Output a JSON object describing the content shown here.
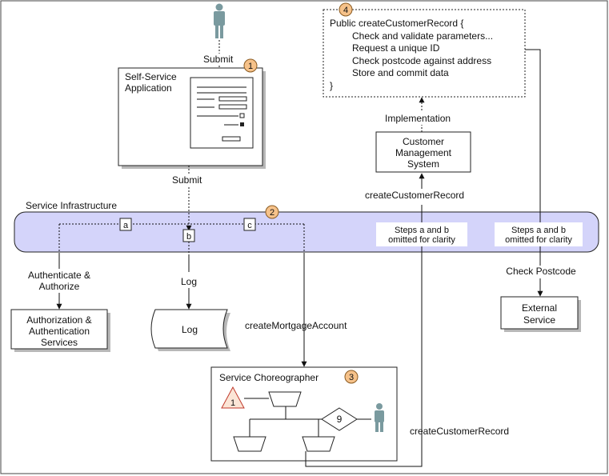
{
  "badges": {
    "b1": "1",
    "b2": "2",
    "b3": "3",
    "b4": "4"
  },
  "labels": {
    "submit_top": "Submit",
    "submit_mid": "Submit",
    "self_service_line1": "Self-Service",
    "self_service_line2": "Application",
    "service_infrastructure": "Service Infrastructure",
    "auth_label_line1": "Authenticate &",
    "auth_label_line2": "Authorize",
    "auth_box_line1": "Authorization &",
    "auth_box_line2": "Authentication",
    "auth_box_line3": "Services",
    "log_label": "Log",
    "log_box": "Log",
    "create_mortgage": "createMortgageAccount",
    "service_choreographer": "Service Choreographer",
    "triangle_num": "1",
    "diamond_num": "9",
    "create_customer_top": "createCustomerRecord",
    "create_customer_bottom": "createCustomerRecord",
    "cms_line1": "Customer",
    "cms_line2": "Management",
    "cms_line3": "System",
    "implementation": "Implementation",
    "steps1_line1": "Steps a and b",
    "steps1_line2": "omitted for clarity",
    "steps2_line1": "Steps a and b",
    "steps2_line2": "omitted for clarity",
    "check_postcode": "Check Postcode",
    "external_line1": "External",
    "external_line2": "Service",
    "tag_a": "a",
    "tag_b": "b",
    "tag_c": "c"
  },
  "code": {
    "line1": "Public createCustomerRecord {",
    "line2": "Check and validate parameters...",
    "line3": "Request a unique ID",
    "line4": "Check postcode against address",
    "line5": "Store and commit data",
    "line6": "}"
  },
  "colors": {
    "infrastructure_fill": "#d4d4fa",
    "badge_fill": "#f6c28a",
    "person": "#7a9a9f",
    "warning_triangle": "#c0392b"
  },
  "icons": {
    "person": "person-icon",
    "form": "form-icon",
    "warning": "warning-triangle-icon",
    "decision": "decision-diamond-icon"
  }
}
